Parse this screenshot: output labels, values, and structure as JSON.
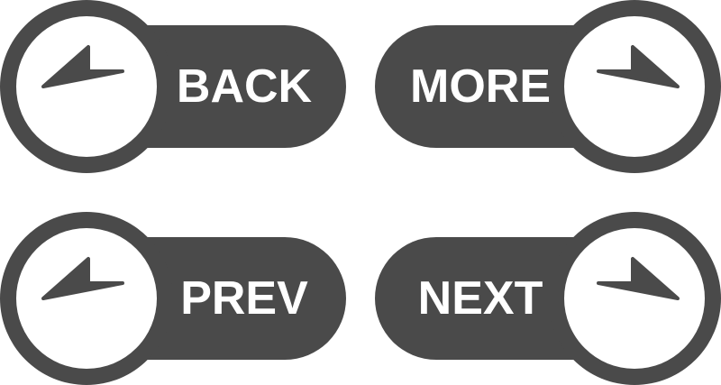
{
  "colors": {
    "button_fill": "#4a4a4a",
    "inner_fill": "#ffffff"
  },
  "buttons": {
    "back": {
      "label": "BACK",
      "icon": "arrow-left-icon"
    },
    "more": {
      "label": "MORE",
      "icon": "arrow-right-icon"
    },
    "prev": {
      "label": "PREV",
      "icon": "arrow-left-icon"
    },
    "next": {
      "label": "NEXT",
      "icon": "arrow-right-icon"
    }
  }
}
